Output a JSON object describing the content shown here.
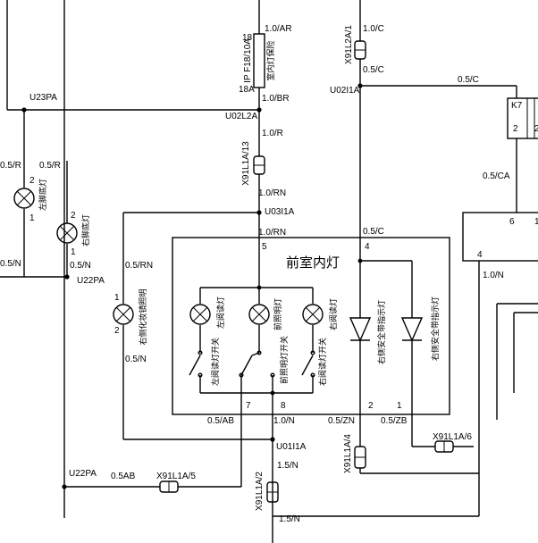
{
  "module": {
    "title": "前室内灯",
    "pins": {
      "p5": "5",
      "p4": "4",
      "p7": "7",
      "p8": "8",
      "p2": "2",
      "p1": "1"
    }
  },
  "fuse": {
    "pin_top": "18",
    "pin_bottom": "18A",
    "id": "IP F18/10A",
    "name": "室内灯保险"
  },
  "wires": {
    "w_ar": "1.0/AR",
    "w_br": "1.0/BR",
    "w_r": "1.0/R",
    "w_rn_1": "1.0/RN",
    "w_rn_2": "1.0/RN",
    "w_c_top": "1.0/C",
    "w_c_mid": "0.5/C",
    "w_c_right": "0.5/C",
    "w_c_down": "0.5/C",
    "w_ca": "0.5/CA",
    "w_n_right": "1.0/N",
    "w_r_left1": "0.5/R",
    "w_r_left2": "0.5/R",
    "w_n_left1": "0.5/N",
    "w_n_left2": "0.5/N",
    "w_rn_lamp": "0.5/RN",
    "w_n_lamp": "0.5/N",
    "w_ab": "0.5/AB",
    "w_n_bottom": "1.0/N",
    "w_zn": "0.5/ZN",
    "w_zb": "0.5/ZB",
    "w_ab_bottom": "0.5AB",
    "w_15n_1": "1.5/N",
    "w_15n_2": "1.5/N"
  },
  "splices": {
    "u23pa": "U23PA",
    "u02l2a": "U02L2A",
    "u02i1a": "U02I1A",
    "u03i1a": "U03I1A",
    "u22pa_top": "U22PA",
    "u22pa_bottom": "U22PA",
    "u01i1a": "U01I1A"
  },
  "connectors": {
    "x91l2a_1": "X91L2A/1",
    "x91l1a_13": "X91L1A/13",
    "x91l1a_4": "X91L1A/4",
    "x91l1a_6": "X91L1A/6",
    "x91l1a_5": "X91L1A/5",
    "x91l1a_2": "X91L1A/2"
  },
  "relay": {
    "id": "K7",
    "pin_left": "2",
    "pin_right": "2"
  },
  "right_box": {
    "pin_a": "6",
    "pin_b": "1",
    "pin_c": "4"
  },
  "lamps": {
    "left_foot": "左脚底灯",
    "right_foot": "右脚底灯",
    "right_vanity": "右侧化妆镜照明",
    "left_reading": "左阅读灯",
    "front_dome": "前照明灯",
    "right_reading": "右阅读灯",
    "left_belt_ind": "右侧安全带指示灯",
    "right_belt_ind": "右侧安全带指示灯",
    "lamp_pin_2a": "2",
    "lamp_pin_1a": "1",
    "lamp_pin_2b": "2",
    "lamp_pin_1b": "1",
    "vanity_pin_1": "1",
    "vanity_pin_2": "2"
  },
  "switches": {
    "left_reading_sw": "左阅读灯开关",
    "front_dome_sw": "前照明灯开关",
    "right_reading_sw": "右阅读灯开关"
  }
}
